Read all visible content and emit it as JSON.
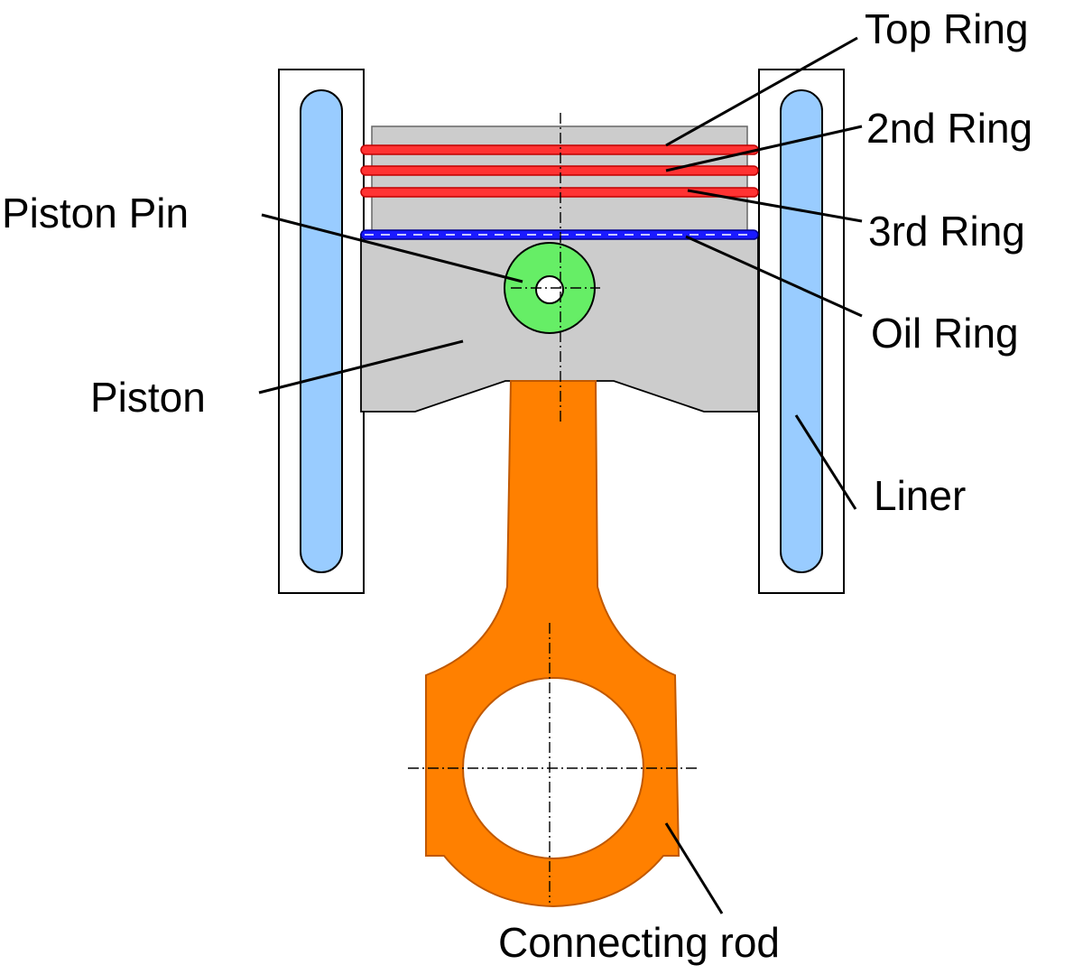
{
  "labels": {
    "top_ring": "Top Ring",
    "second_ring": "2nd Ring",
    "third_ring": "3rd Ring",
    "oil_ring": "Oil Ring",
    "piston_pin": "Piston Pin",
    "piston": "Piston",
    "liner": "Liner",
    "connecting_rod": "Connecting rod"
  },
  "colors": {
    "liner_coolant": "#99ccff",
    "piston": "#cccccc",
    "compression_rings": "#ff3333",
    "oil_ring": "#1a1aff",
    "piston_pin": "#66ee66",
    "connecting_rod": "#ff8000"
  }
}
